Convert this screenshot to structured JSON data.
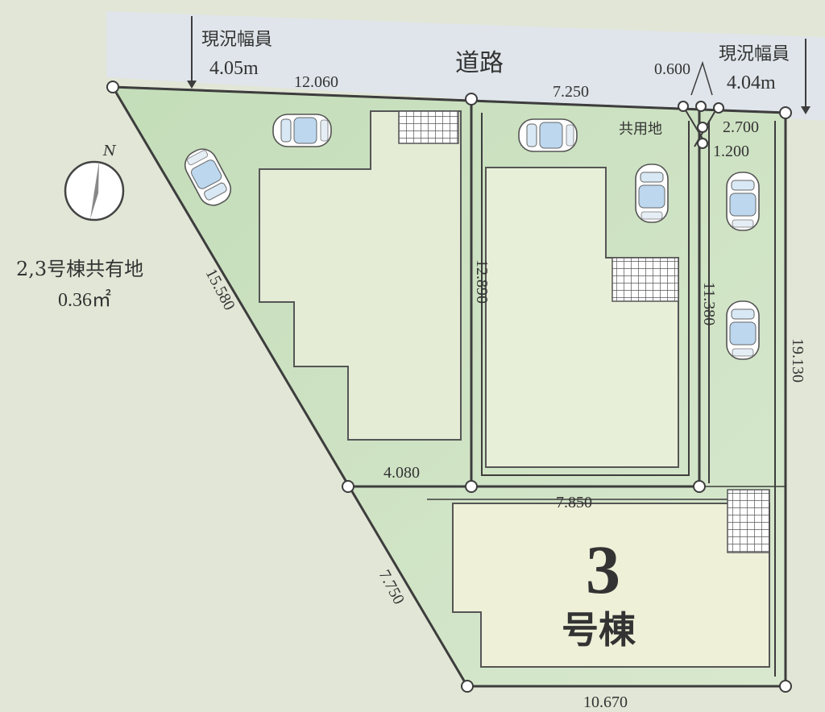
{
  "road": {
    "name": "道路",
    "width_left_label": "現況幅員",
    "width_left_value": "4.05m",
    "width_right_label": "現況幅員",
    "width_right_value": "4.04m"
  },
  "compass": {
    "north": "N"
  },
  "shared_area": {
    "line1": "2,3号棟共有地",
    "line2": "0.36㎡"
  },
  "common_land_label": "共用地",
  "dimensions": {
    "top_left": "12.060",
    "top_mid": "7.250",
    "top_small": "0.600",
    "right_top_a": "2.700",
    "right_top_b": "1.200",
    "left_diag_upper": "15.580",
    "left_diag_lower": "7.750",
    "mid_vertical": "12.890",
    "right_inner_vertical": "11.380",
    "right_outer_vertical": "19.130",
    "inner_horizontal": "4.080",
    "lot3_top": "7.850",
    "bottom": "10.670"
  },
  "building3": {
    "number": "3",
    "suffix": "号棟"
  },
  "colors": {
    "background": "#e2e6d6",
    "road": "#dfe5ea",
    "lot_green": "#cfe2c4",
    "building_fill": "#eef1d8",
    "line": "#3d3d3d"
  }
}
